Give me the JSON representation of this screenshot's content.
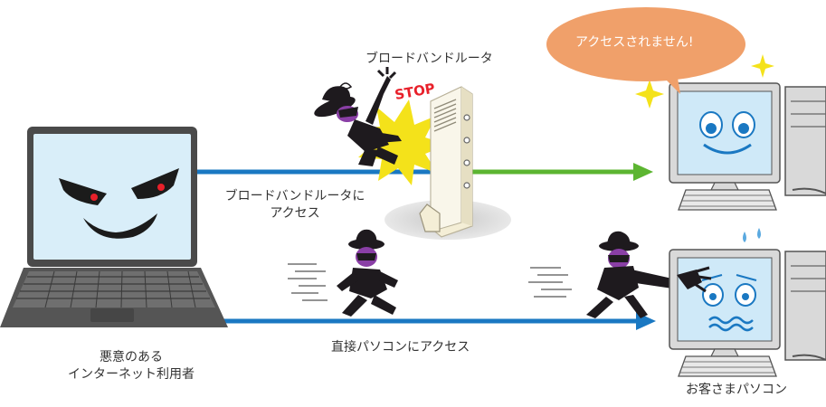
{
  "labels": {
    "router": "ブロードバンドルータ",
    "stop": "STOP",
    "speech": "アクセスされません!",
    "router_access_line1": "ブロードバンドルータに",
    "router_access_line2": "アクセス",
    "direct_access": "直接パソコンにアクセス",
    "attacker_line1": "悪意のある",
    "attacker_line2": "インターネット利用者",
    "customer_pc": "お客さまパソコン"
  },
  "colors": {
    "blue_arrow": "#1a78c2",
    "green_arrow": "#5cb531",
    "speech_bubble": "#f0a06a",
    "stop_red": "#e8202a",
    "flash_yellow": "#f4e21a",
    "screen_blue": "#cfe9f8",
    "router_body": "#f7f3e3",
    "villain": "#1e1a1e",
    "villain_face": "#8a3fa6"
  }
}
